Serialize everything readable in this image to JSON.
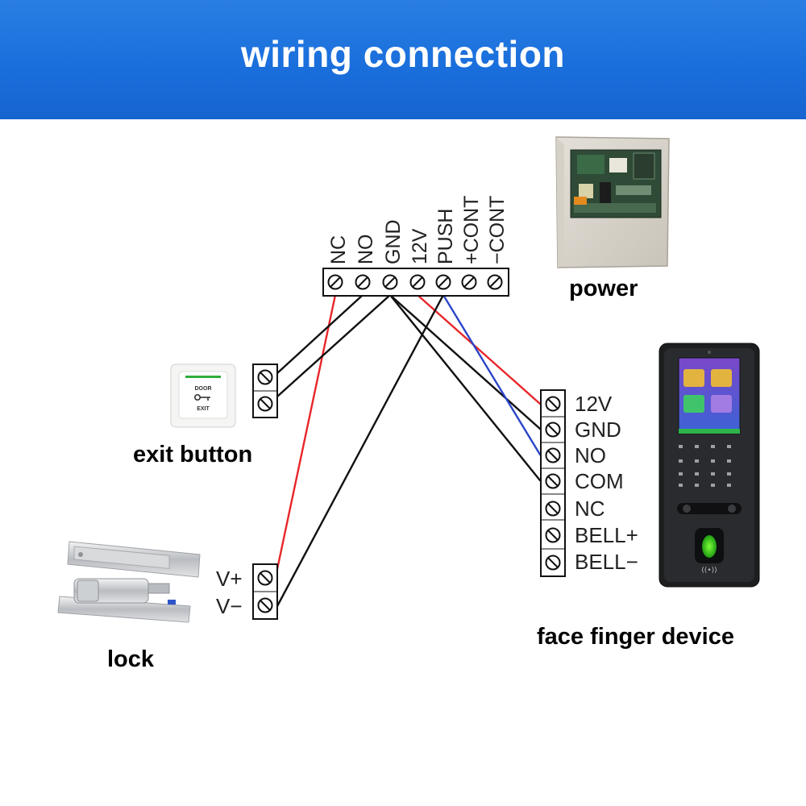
{
  "title": "wiring connection",
  "power_block": {
    "terminals": [
      "NC",
      "NO",
      "GND",
      "12V",
      "PUSH",
      "+CONT",
      "−CONT"
    ]
  },
  "labels": {
    "power": "power",
    "exit_button": "exit button",
    "lock": "lock",
    "face_finger_device": "face finger device"
  },
  "device_block": {
    "terminals": [
      "12V",
      "GND",
      "NO",
      "COM",
      "NC",
      "BELL+",
      "BELL−"
    ]
  },
  "lock_block": {
    "terminals": [
      "V+",
      "V−"
    ]
  },
  "exit_sign": {
    "top": "DOOR",
    "bottom": "EXIT"
  },
  "colors": {
    "header_blue": "#1a6fdc",
    "wire_red": "#e8262a",
    "wire_blue": "#2b46c8",
    "wire_black": "#111111"
  }
}
